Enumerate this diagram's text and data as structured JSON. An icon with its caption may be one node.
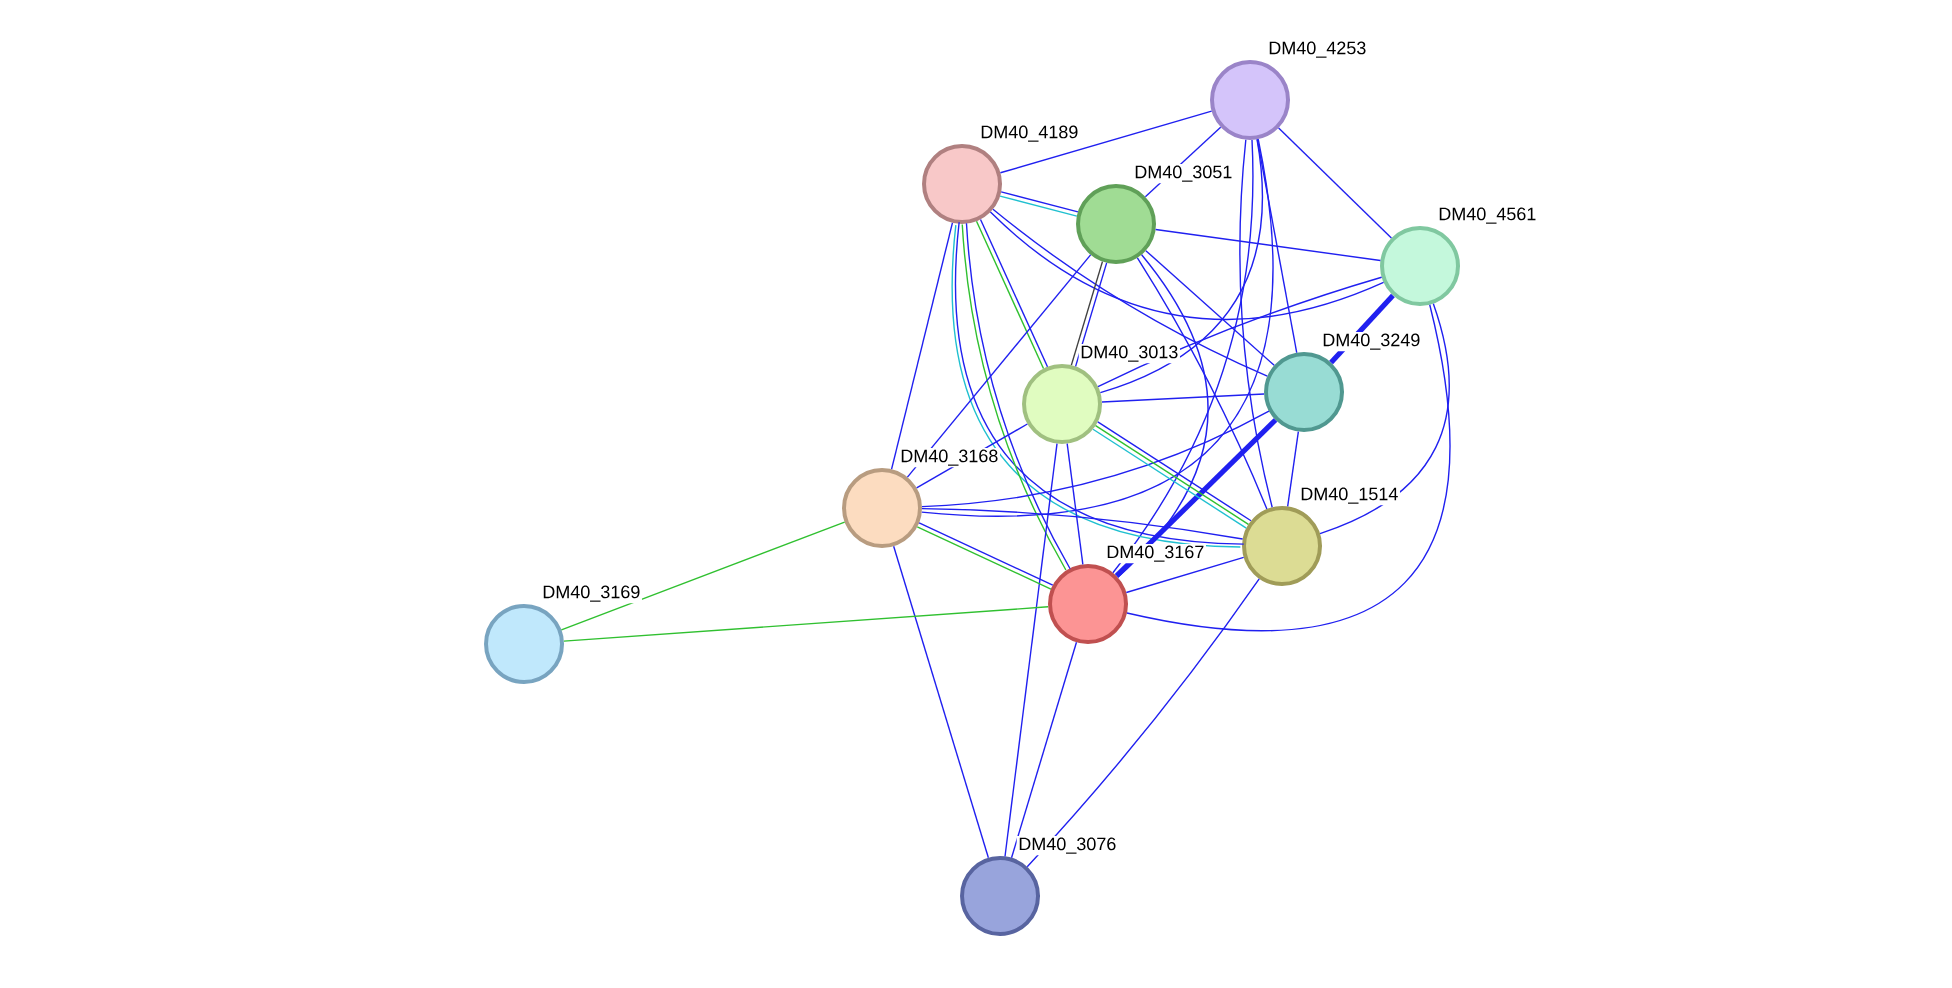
{
  "diagram": {
    "nodes": [
      {
        "text": [
          "DM40_4253"
        ]
      },
      {
        "text": [
          "DM40_4189"
        ]
      },
      {
        "text": [
          "DM40_3051"
        ]
      },
      {
        "text": [
          "DM40_4561"
        ]
      },
      {
        "text": [
          "DM40_3249"
        ]
      },
      {
        "text": [
          "DM40_3013"
        ]
      },
      {
        "text": [
          "DM40_3168"
        ]
      },
      {
        "text": [
          "DM40_1514"
        ]
      },
      {
        "text": [
          "DM40_3167"
        ]
      },
      {
        "text": [
          "DM40_3169"
        ]
      },
      {
        "text": [
          "DM40_3076"
        ]
      }
    ],
    "edges": [
      {
        "from": 0,
        "to": 1,
        "arrow": "none"
      },
      {
        "from": 0,
        "to": 2,
        "arrow": "none"
      },
      {
        "from": 0,
        "to": 3,
        "arrow": "none"
      },
      {
        "from": 0,
        "to": 4,
        "arrow": "none"
      },
      {
        "from": 0,
        "to": 5,
        "arrow": "none"
      },
      {
        "from": 0,
        "to": 6,
        "arrow": "none"
      },
      {
        "from": 0,
        "to": 7,
        "arrow": "none"
      },
      {
        "from": 0,
        "to": 8,
        "arrow": "none"
      },
      {
        "from": 1,
        "to": 2,
        "arrow": "none"
      },
      {
        "from": 1,
        "to": 2,
        "arrow": "none",
        "color": "#20c0d0"
      },
      {
        "from": 1,
        "to": 3,
        "arrow": "none"
      },
      {
        "from": 1,
        "to": 4,
        "arrow": "none"
      },
      {
        "from": 1,
        "to": 5,
        "arrow": "none"
      },
      {
        "from": 1,
        "to": 5,
        "arrow": "none",
        "color": "#30c030"
      },
      {
        "from": 1,
        "to": 6,
        "arrow": "none"
      },
      {
        "from": 1,
        "to": 7,
        "arrow": "none"
      },
      {
        "from": 1,
        "to": 7,
        "arrow": "none",
        "color": "#20c0d0"
      },
      {
        "from": 1,
        "to": 8,
        "arrow": "none"
      },
      {
        "from": 1,
        "to": 8,
        "arrow": "none",
        "color": "#30c030"
      },
      {
        "from": 2,
        "to": 3,
        "arrow": "none"
      },
      {
        "from": 2,
        "to": 4,
        "arrow": "none"
      },
      {
        "from": 2,
        "to": 5,
        "arrow": "none"
      },
      {
        "from": 2,
        "to": 5,
        "arrow": "none",
        "color": "#404040"
      },
      {
        "from": 2,
        "to": 6,
        "arrow": "none"
      },
      {
        "from": 2,
        "to": 7,
        "arrow": "none"
      },
      {
        "from": 2,
        "to": 8,
        "arrow": "none"
      },
      {
        "from": 3,
        "to": 4,
        "arrow": "none",
        "style": "thick"
      },
      {
        "from": 3,
        "to": 5,
        "arrow": "none"
      },
      {
        "from": 3,
        "to": 7,
        "arrow": "none"
      },
      {
        "from": 3,
        "to": 8,
        "arrow": "none"
      },
      {
        "from": 4,
        "to": 5,
        "arrow": "none"
      },
      {
        "from": 4,
        "to": 6,
        "arrow": "none"
      },
      {
        "from": 4,
        "to": 7,
        "arrow": "none"
      },
      {
        "from": 4,
        "to": 8,
        "arrow": "none",
        "style": "thick"
      },
      {
        "from": 5,
        "to": 6,
        "arrow": "none"
      },
      {
        "from": 5,
        "to": 7,
        "arrow": "none"
      },
      {
        "from": 5,
        "to": 7,
        "arrow": "none",
        "color": "#30c030"
      },
      {
        "from": 5,
        "to": 7,
        "arrow": "none",
        "color": "#20c0d0"
      },
      {
        "from": 5,
        "to": 8,
        "arrow": "none"
      },
      {
        "from": 5,
        "to": 10,
        "arrow": "none"
      },
      {
        "from": 6,
        "to": 7,
        "arrow": "none"
      },
      {
        "from": 6,
        "to": 8,
        "arrow": "none"
      },
      {
        "from": 6,
        "to": 8,
        "arrow": "none",
        "color": "#30c030"
      },
      {
        "from": 6,
        "to": 9,
        "arrow": "none",
        "color": "#30c030"
      },
      {
        "from": 6,
        "to": 10,
        "arrow": "none"
      },
      {
        "from": 7,
        "to": 8,
        "arrow": "none"
      },
      {
        "from": 7,
        "to": 10,
        "arrow": "none"
      },
      {
        "from": 8,
        "to": 9,
        "arrow": "none",
        "color": "#30c030"
      },
      {
        "from": 8,
        "to": 10,
        "arrow": "none"
      }
    ]
  }
}
